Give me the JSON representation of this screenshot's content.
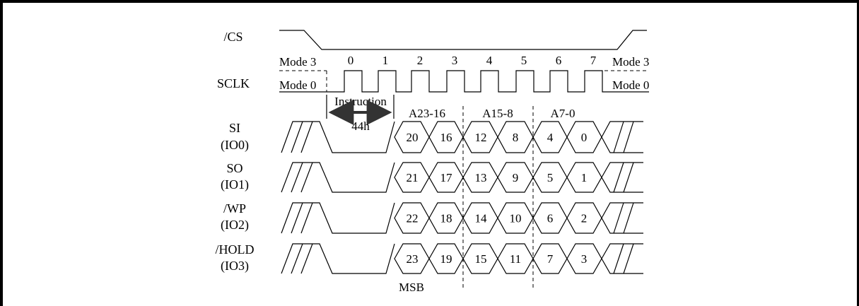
{
  "title": "",
  "signals": {
    "cs": {
      "name": "/CS"
    },
    "sclk": {
      "name": "SCLK"
    },
    "si": {
      "name": "SI",
      "pin": "(IO0)",
      "bits": [
        "20",
        "16",
        "12",
        "8",
        "4",
        "0"
      ]
    },
    "so": {
      "name": "SO",
      "pin": "(IO1)",
      "bits": [
        "21",
        "17",
        "13",
        "9",
        "5",
        "1"
      ]
    },
    "wp": {
      "name": "/WP",
      "pin": "(IO2)",
      "bits": [
        "22",
        "18",
        "14",
        "10",
        "6",
        "2"
      ]
    },
    "hold": {
      "name": "/HOLD",
      "pin": "(IO3)",
      "bits": [
        "23",
        "19",
        "15",
        "11",
        "7",
        "3"
      ]
    }
  },
  "mode_labels": {
    "left_top": "Mode 3",
    "left_bottom": "Mode 0",
    "right_top": "Mode 3",
    "right_bottom": "Mode 0"
  },
  "cycles": [
    "0",
    "1",
    "2",
    "3",
    "4",
    "5",
    "6",
    "7"
  ],
  "instruction": {
    "label": "Instruction",
    "code": "44h"
  },
  "address_groups": [
    "A23-16",
    "A15-8",
    "A7-0"
  ],
  "msb_label": "MSB"
}
